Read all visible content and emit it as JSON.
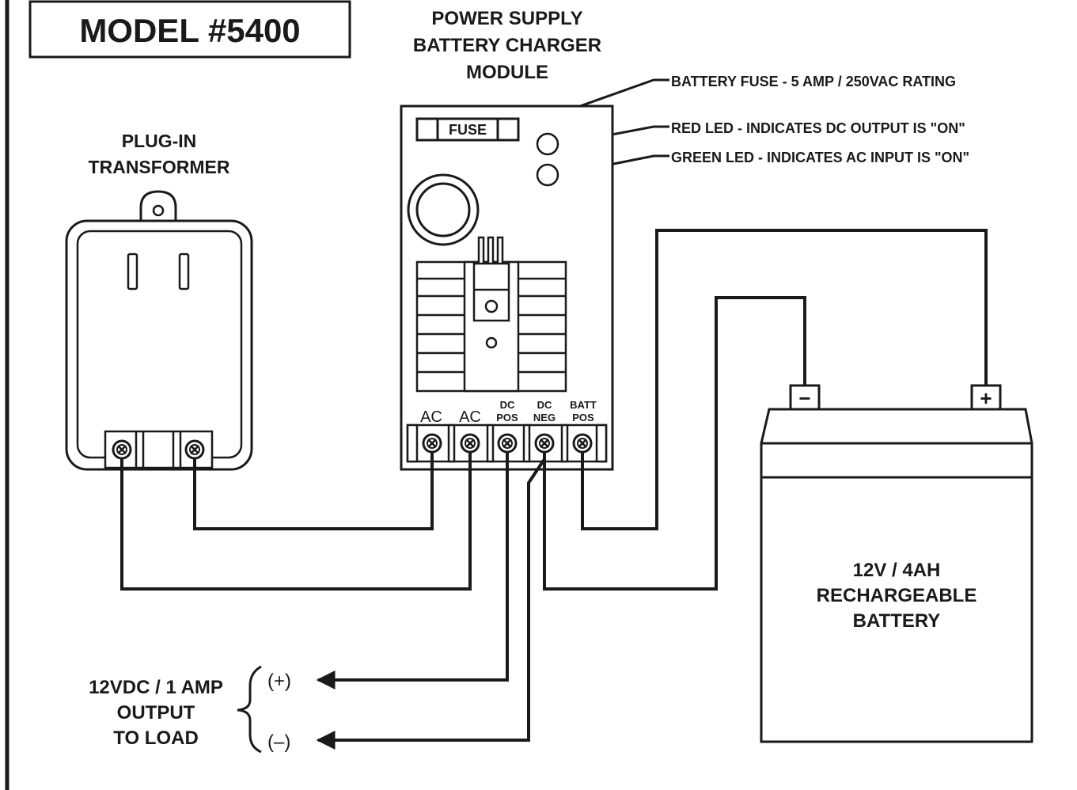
{
  "model": "MODEL #5400",
  "module_title": [
    "POWER SUPPLY",
    "BATTERY CHARGER",
    "MODULE"
  ],
  "transformer_title": [
    "PLUG-IN",
    "TRANSFORMER"
  ],
  "callouts": {
    "fuse": "BATTERY FUSE -  5 AMP / 250VAC RATING",
    "red_led": "RED LED - INDICATES DC OUTPUT IS \"ON\"",
    "green_led": "GREEN LED - INDICATES AC INPUT IS \"ON\""
  },
  "fuse_label": "FUSE",
  "terminals": {
    "ac1": "AC",
    "ac2": "AC",
    "dc_pos": [
      "DC",
      "POS"
    ],
    "dc_neg": [
      "DC",
      "NEG"
    ],
    "batt_pos": [
      "BATT",
      "POS"
    ]
  },
  "battery": {
    "label": [
      "12V / 4AH",
      "RECHARGEABLE",
      "BATTERY"
    ],
    "neg_symbol": "−",
    "pos_symbol": "+"
  },
  "output": {
    "label": [
      "12VDC / 1 AMP",
      "OUTPUT",
      "TO LOAD"
    ],
    "plus": "(+)",
    "minus": "(–)"
  },
  "colors": {
    "ink": "#1a1a1a",
    "background": "#ffffff"
  }
}
